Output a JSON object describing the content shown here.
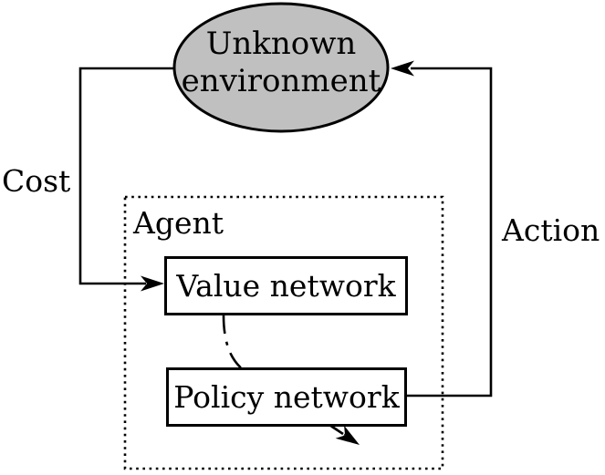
{
  "nodes": {
    "environment": {
      "line1": "Unknown",
      "line2": "environment",
      "fill": "#c0c0c0"
    },
    "agent": {
      "label": "Agent"
    },
    "value_network": {
      "label": "Value network"
    },
    "policy_network": {
      "label": "Policy network"
    }
  },
  "edges": {
    "cost": {
      "label": "Cost"
    },
    "action": {
      "label": "Action"
    }
  },
  "colors": {
    "line": "#000000",
    "background": "#ffffff",
    "environment_fill": "#c0c0c0"
  }
}
